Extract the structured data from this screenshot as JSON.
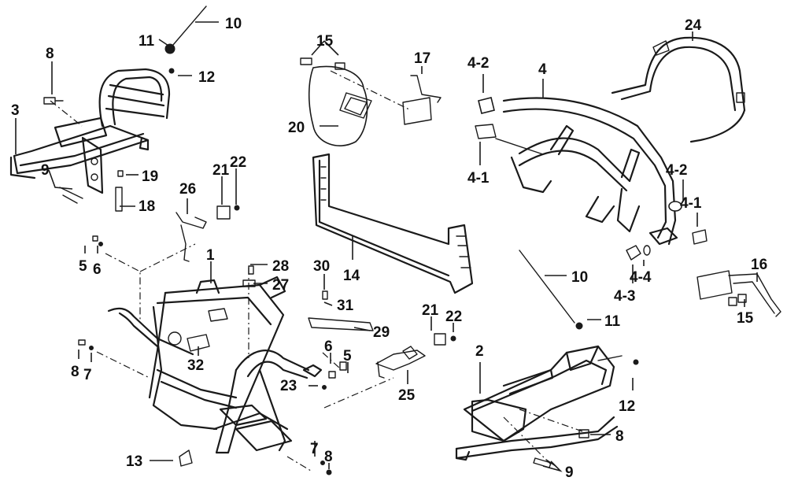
{
  "callouts": {
    "c10a": "10",
    "c11a": "11",
    "c12a": "12",
    "c8a": "8",
    "c3": "3",
    "c9a": "9",
    "c19": "19",
    "c18": "18",
    "c26": "26",
    "c21a": "21",
    "c22a": "22",
    "c5a": "5",
    "c6a": "6",
    "c1": "1",
    "c28": "28",
    "c27": "27",
    "c15a": "15",
    "c17": "17",
    "c20": "20",
    "c14": "14",
    "c30": "30",
    "c31": "31",
    "c29": "29",
    "c8b": "8",
    "c7a": "7",
    "c32": "32",
    "c6b": "6",
    "c5b": "5",
    "c23": "23",
    "c21b": "21",
    "c22b": "22",
    "c25": "25",
    "c13": "13",
    "c7b": "7",
    "c8c": "8",
    "c4_2a": "4-2",
    "c4": "4",
    "c24": "24",
    "c4_1a": "4-1",
    "c4_2b": "4-2",
    "c4_1b": "4-1",
    "c4_4": "4-4",
    "c4_3": "4-3",
    "c16": "16",
    "c15b": "15",
    "c10b": "10",
    "c11b": "11",
    "c2": "2",
    "c12b": "12",
    "c8d": "8",
    "c9b": "9"
  }
}
